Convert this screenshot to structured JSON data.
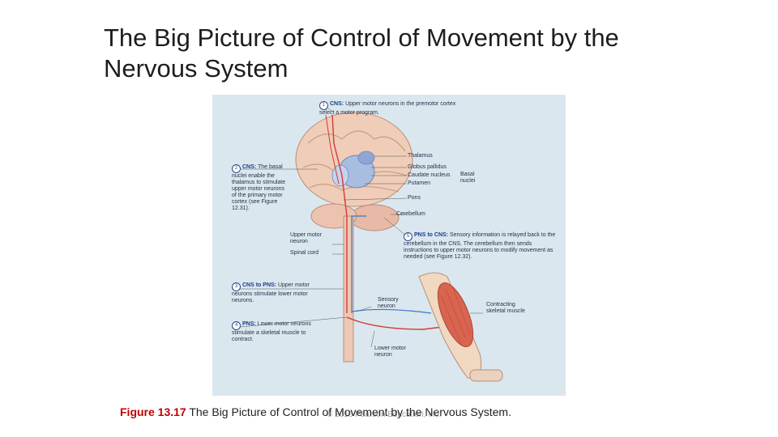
{
  "slide": {
    "title": "The Big Picture of Control of Movement by the Nervous System"
  },
  "figure": {
    "steps": [
      {
        "num": "1",
        "head": "CNS:",
        "text": "Upper motor neurons in the premotor cortex select a motor program."
      },
      {
        "num": "2",
        "head": "CNS:",
        "text": "The basal nuclei enable the thalamus to stimulate upper motor neurons of the primary motor cortex (see Figure 12.31)."
      },
      {
        "num": "3",
        "head": "CNS to PNS:",
        "text": "Upper motor neurons stimulate lower motor neurons."
      },
      {
        "num": "4",
        "head": "PNS:",
        "text": "Lower motor neurons stimulate a skeletal muscle to contract."
      },
      {
        "num": "5",
        "head": "PNS to CNS:",
        "text": "Sensory information is relayed back to the cerebellum in the CNS. The cerebellum then sends instructions to upper motor neurons to modify movement as needed (see Figure 12.32)."
      }
    ],
    "labels": {
      "thalamus": "Thalamus",
      "globus_pallidus": "Globus pallidus",
      "caudate_nucleus": "Caudate nucleus",
      "putamen": "Putamen",
      "basal_nuclei": "Basal nuclei",
      "pons": "Pons",
      "cerebellum": "Cerebellum",
      "upper_motor_neuron": "Upper motor neuron",
      "spinal_cord": "Spinal cord",
      "sensory_neuron": "Sensory neuron",
      "contracting_muscle": "Contracting skeletal muscle",
      "lower_motor_neuron": "Lower motor neuron"
    }
  },
  "caption": {
    "figure_number": "Figure 13.17",
    "text": "The Big Picture of Control of Movement by the Nervous System."
  },
  "copyright": "© 2016 Pearson Education, Inc."
}
